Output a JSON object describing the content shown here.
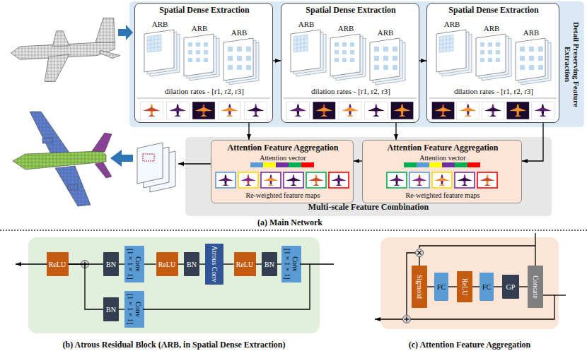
{
  "diagram": {
    "nodes": [
      {
        "text": [
          "Detail Preserving Feature Extraction"
        ]
      },
      {
        "text": [
          "Spatial Dense Extraction",
          "ARB",
          "ARB",
          "ARB",
          "dilation rates - [r1, r2, r3]"
        ],
        "in": 0
      },
      {
        "text": [
          "Spatial Dense Extraction",
          "ARB",
          "ARB",
          "ARB",
          "dilation rates - [r1, r2, r3]"
        ],
        "in": 0
      },
      {
        "text": [
          "Spatial Dense Extraction",
          "ARB",
          "ARB",
          "ARB",
          "dilation rates - [r1, r2, r3]"
        ],
        "in": 0
      },
      {
        "text": [
          "Multi-scale Feature Combination"
        ]
      },
      {
        "text": [
          "Attention Feature Aggregation",
          "Attention vector",
          "Re-weighted feature maps"
        ],
        "in": 4
      },
      {
        "text": [
          "Attention Feature Aggregation",
          "Attention vector",
          "Re-weighted feature maps"
        ],
        "in": 4
      },
      {
        "text": [
          "(b) Atrous Residual Block (ARB, in Spatial Dense Extraction)"
        ]
      },
      {
        "text": [
          "ReLU"
        ],
        "in": 7
      },
      {
        "text": [
          "BN"
        ],
        "in": 7
      },
      {
        "text": [
          "Conv [1×1×1]"
        ],
        "in": 7
      },
      {
        "text": [
          "ReLU"
        ],
        "in": 7
      },
      {
        "text": [
          "BN"
        ],
        "in": 7
      },
      {
        "text": [
          "Atrous Conv"
        ],
        "in": 7
      },
      {
        "text": [
          "ReLU"
        ],
        "in": 7
      },
      {
        "text": [
          "BN"
        ],
        "in": 7
      },
      {
        "text": [
          "Conv [1×1×1]"
        ],
        "in": 7
      },
      {
        "text": [
          "BN"
        ],
        "in": 7
      },
      {
        "text": [
          "Conv [1×1×1]"
        ],
        "in": 7
      },
      {
        "text": [
          "(c) Attention Feature Aggregation"
        ]
      },
      {
        "text": [
          "Sigmoid"
        ],
        "in": 19
      },
      {
        "text": [
          "FC"
        ],
        "in": 19
      },
      {
        "text": [
          "ReLU"
        ],
        "in": 19
      },
      {
        "text": [
          "FC"
        ],
        "in": 19
      },
      {
        "text": [
          "GP"
        ],
        "in": 19
      },
      {
        "text": [
          "Concate"
        ],
        "in": 19
      }
    ],
    "edges": [
      {
        "from": 1,
        "to": 2,
        "arrow": "to"
      },
      {
        "from": 2,
        "to": 3,
        "arrow": "to"
      },
      {
        "from": 1,
        "to": 5,
        "arrow": "to"
      },
      {
        "from": 2,
        "to": 6,
        "arrow": "to"
      },
      {
        "from": 3,
        "to": 6,
        "arrow": "to"
      },
      {
        "from": 6,
        "to": 5,
        "arrow": "to"
      },
      {
        "from": 16,
        "to": 15,
        "arrow": "none"
      },
      {
        "from": 15,
        "to": 14,
        "arrow": "none"
      },
      {
        "from": 14,
        "to": 13,
        "arrow": "none"
      },
      {
        "from": 13,
        "to": 12,
        "arrow": "none"
      },
      {
        "from": 12,
        "to": 11,
        "arrow": "none"
      },
      {
        "from": 11,
        "to": 10,
        "arrow": "none"
      },
      {
        "from": 10,
        "to": 9,
        "arrow": "none"
      },
      {
        "from": 9,
        "to": 8,
        "arrow": "none"
      },
      {
        "from": 18,
        "to": 17,
        "arrow": "none"
      },
      {
        "from": 17,
        "to": 8,
        "arrow": "none"
      },
      {
        "from": 25,
        "to": 24,
        "arrow": "none"
      },
      {
        "from": 24,
        "to": 23,
        "arrow": "none"
      },
      {
        "from": 23,
        "to": 22,
        "arrow": "none"
      },
      {
        "from": 22,
        "to": 21,
        "arrow": "none"
      },
      {
        "from": 21,
        "to": 20,
        "arrow": "none"
      }
    ],
    "labels": [
      "(a) Main Network"
    ]
  }
}
